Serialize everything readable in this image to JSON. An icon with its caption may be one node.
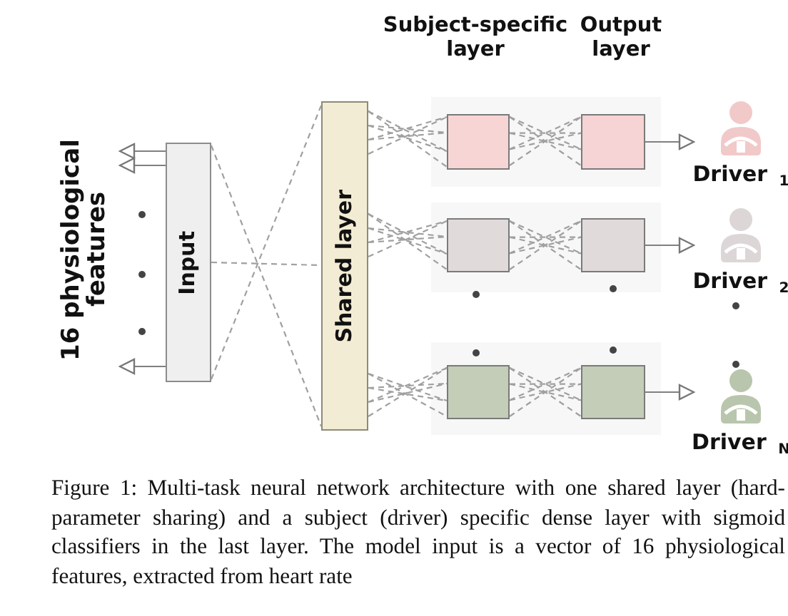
{
  "diagram": {
    "caption": "Figure 1: Multi-task neural network architecture with one shared layer (hard-parameter sharing) and a subject (driver) specific dense layer with sigmoid classifiers in the last layer. The model input is a vector of 16 physiological features, extracted from heart rate",
    "nodes": [
      {
        "text": [
          "16 physiological features"
        ]
      },
      {
        "text": [
          "Input"
        ]
      },
      {
        "text": [
          "Shared layer"
        ]
      },
      {
        "text": [],
        "shape": "box"
      },
      {
        "text": [],
        "shape": "box",
        "in": 3
      },
      {
        "text": [],
        "shape": "box",
        "in": 3
      },
      {
        "text": [],
        "shape": "box"
      },
      {
        "text": [],
        "shape": "box",
        "in": 6
      },
      {
        "text": [],
        "shape": "box",
        "in": 6
      },
      {
        "text": [],
        "shape": "box"
      },
      {
        "text": [],
        "shape": "box",
        "in": 9
      },
      {
        "text": [],
        "shape": "box",
        "in": 9
      },
      {
        "text": [
          "Driver $_{1}$"
        ]
      },
      {
        "text": [
          "Driver $_{2}$"
        ]
      },
      {
        "text": [
          "Driver $_{N}$"
        ]
      }
    ],
    "edges": [
      {
        "from": 1,
        "to": 0,
        "arrow": "to"
      },
      {
        "from": 1,
        "to": 0,
        "arrow": "to"
      },
      {
        "from": 1,
        "to": 0,
        "arrow": "to"
      },
      {
        "from": 1,
        "to": 2,
        "arrow": "none",
        "style": "dashed"
      },
      {
        "from": 2,
        "to": 4,
        "arrow": "none",
        "style": "dashed"
      },
      {
        "from": 2,
        "to": 7,
        "arrow": "none",
        "style": "dashed"
      },
      {
        "from": 2,
        "to": 10,
        "arrow": "none",
        "style": "dashed"
      },
      {
        "from": 4,
        "to": 5,
        "arrow": "none",
        "style": "dashed"
      },
      {
        "from": 7,
        "to": 8,
        "arrow": "none",
        "style": "dashed"
      },
      {
        "from": 10,
        "to": 11,
        "arrow": "none",
        "style": "dashed"
      },
      {
        "from": 5,
        "to": 12,
        "arrow": "to"
      },
      {
        "from": 8,
        "to": 13,
        "arrow": "to"
      },
      {
        "from": 11,
        "to": 14,
        "arrow": "to"
      }
    ],
    "labels": [
      "Subject-specific layer",
      "Output layer"
    ]
  }
}
